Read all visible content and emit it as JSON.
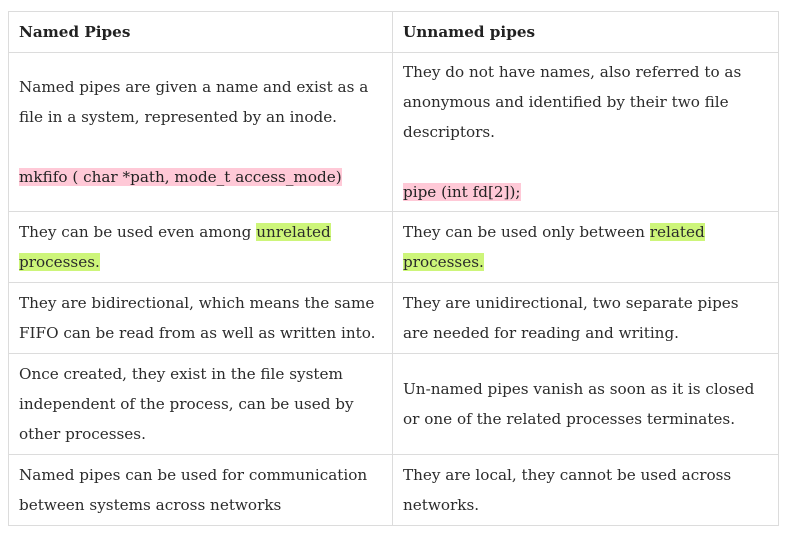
{
  "table": {
    "headers": [
      "Named Pipes",
      "Unnamed pipes"
    ],
    "rows": [
      {
        "named": {
          "text": "Named pipes are given a name and exist as a file in a system, represented by an inode.",
          "code": "mkfifo ( char *path, mode_t access_mode)"
        },
        "unnamed": {
          "text": "They do not have names, also referred to as anonymous and identified by their two file descriptors.",
          "code": "pipe (int fd[2]);"
        }
      },
      {
        "named": {
          "prefix": "They can be used even among ",
          "highlight": "unrelated processes."
        },
        "unnamed": {
          "prefix": "They can be used only between ",
          "highlight": "related processes."
        }
      },
      {
        "named": {
          "text": "They are bidirectional, which means the same FIFO can be read from as well as written into."
        },
        "unnamed": {
          "text": "They are unidirectional, two separate pipes are needed for reading and writing."
        }
      },
      {
        "named": {
          "text": "Once created, they exist in the file system independent of the process, can be used by other processes."
        },
        "unnamed": {
          "text": "Un-named pipes vanish as soon as it is closed or one of the related processes terminates."
        }
      },
      {
        "named": {
          "text": "Named pipes can be used for communication between systems across networks"
        },
        "unnamed": {
          "text": "They are local, they cannot be used across networks."
        }
      }
    ],
    "colors": {
      "code_bg": "#ffc9d7",
      "highlight_bg": "#cdf57a",
      "border": "#dcdcdc"
    }
  }
}
